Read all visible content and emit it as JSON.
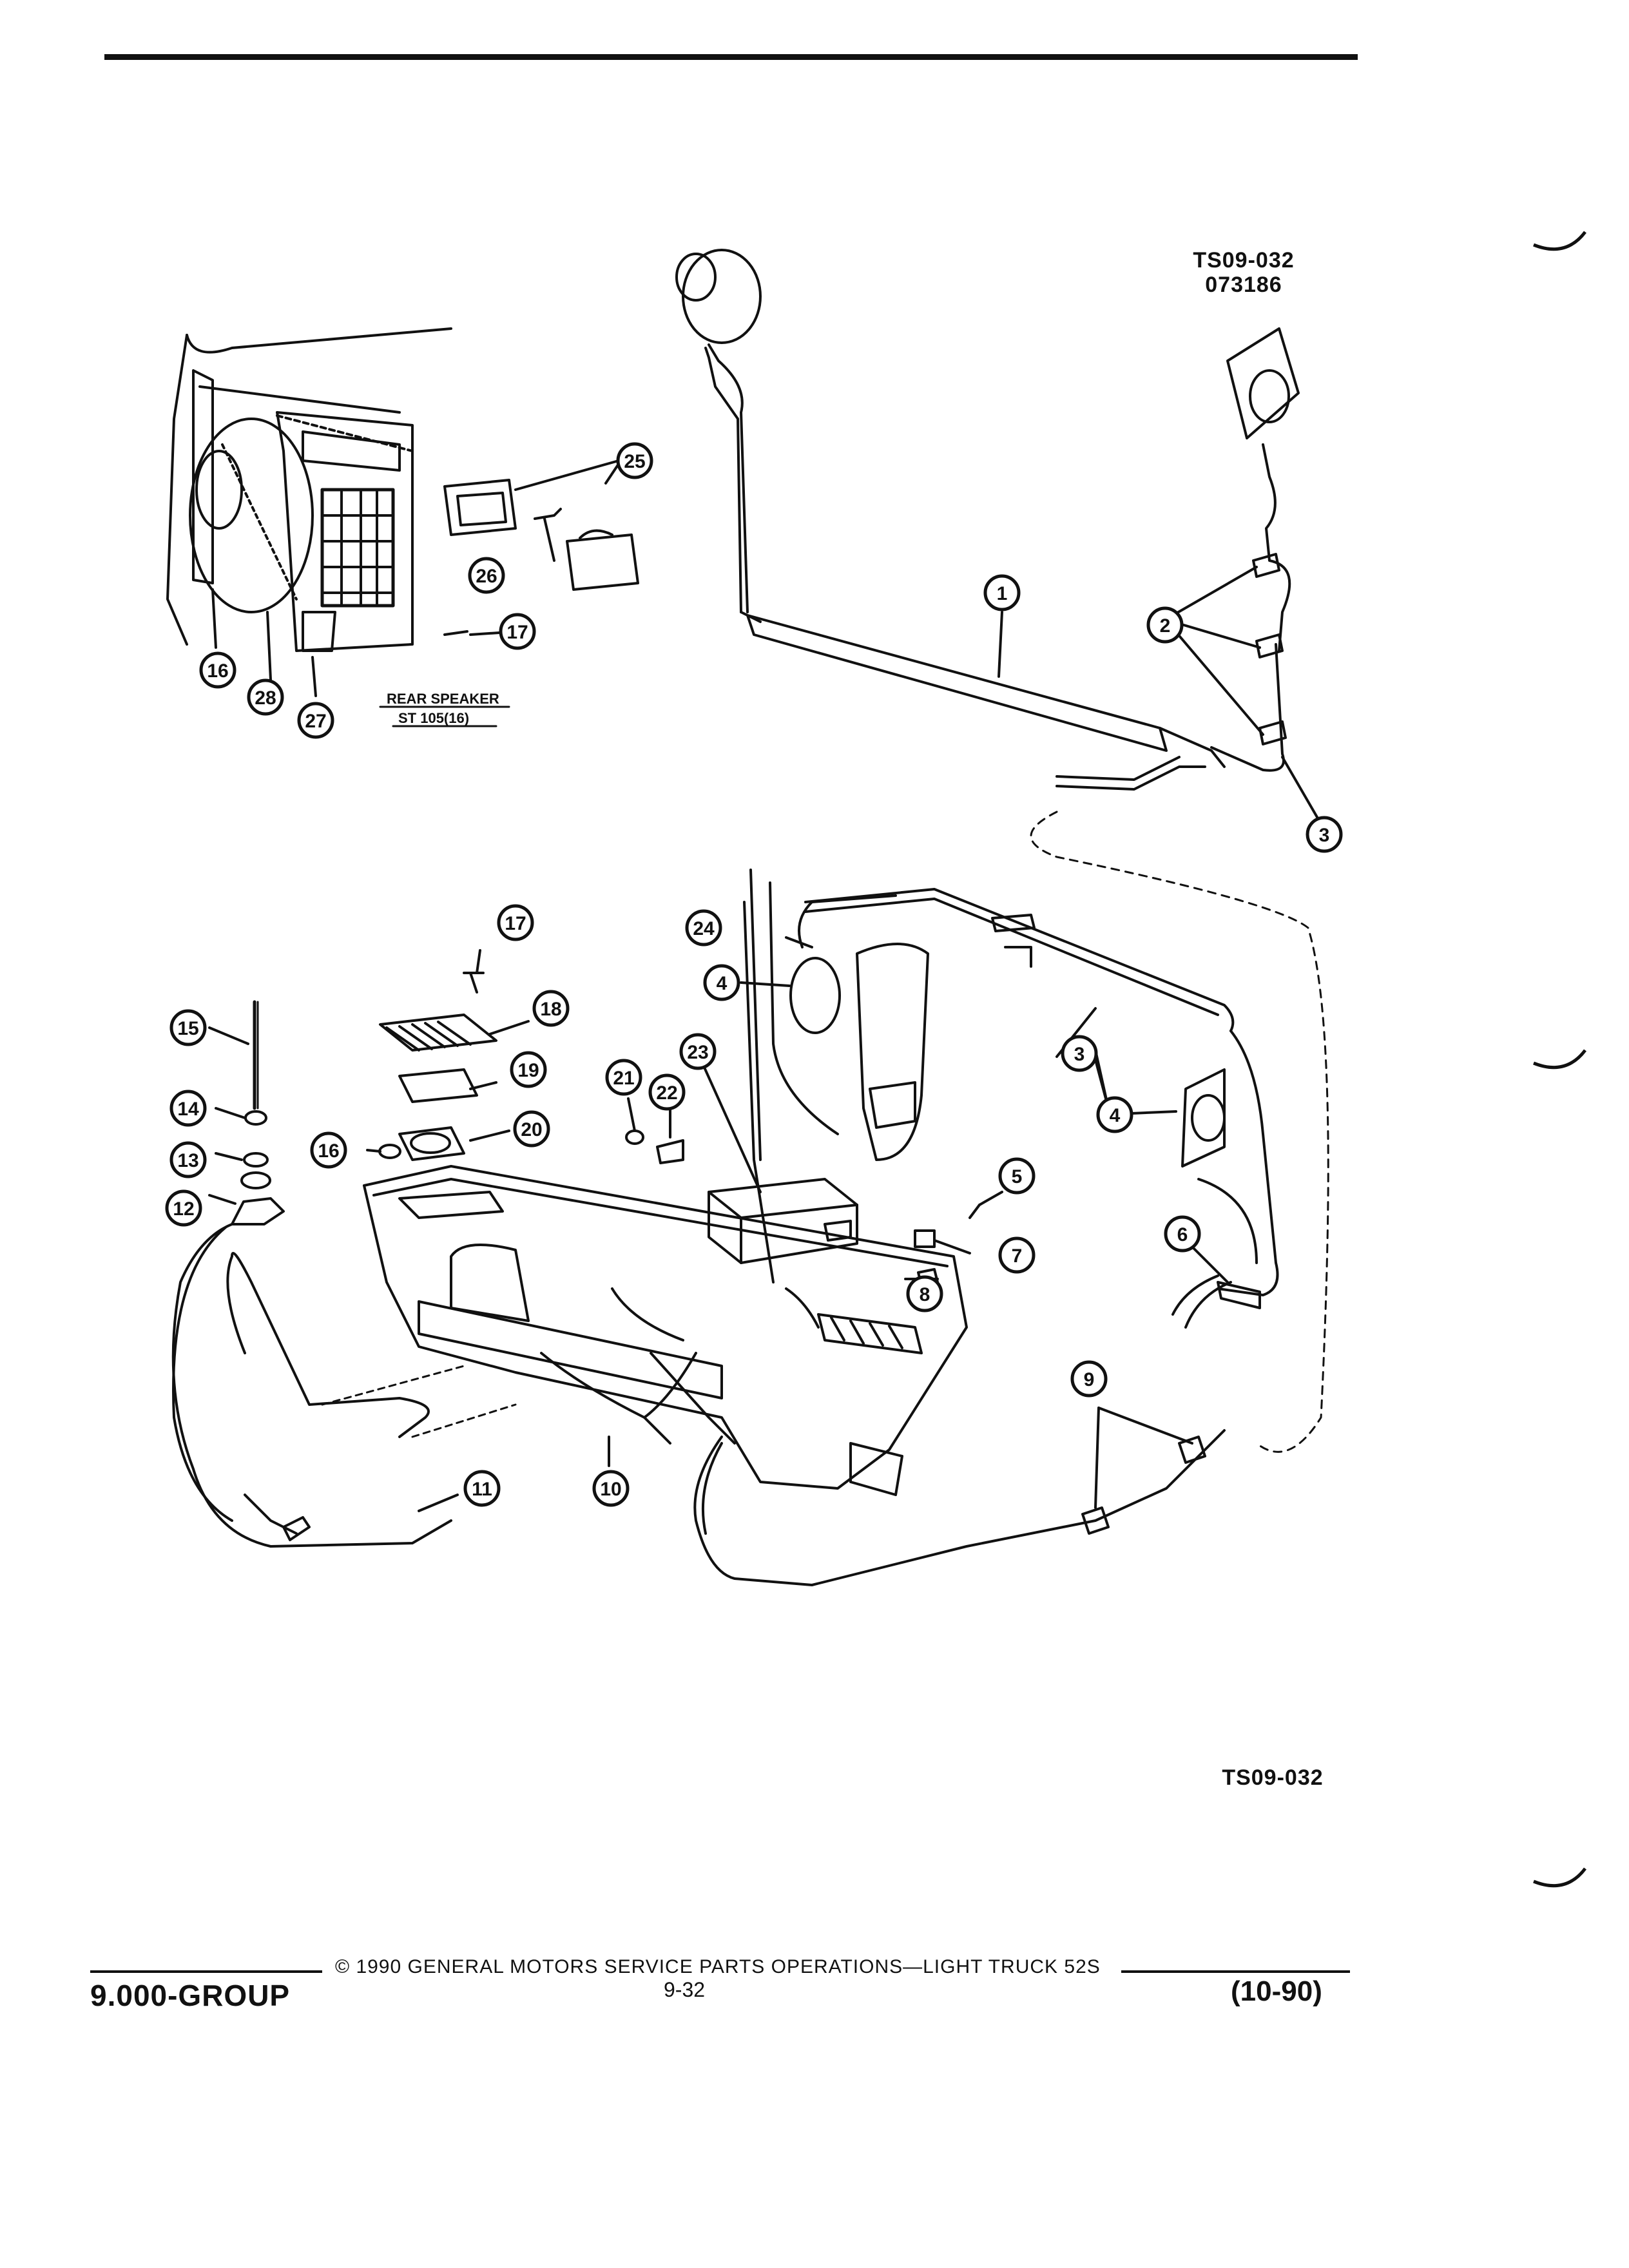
{
  "header": {
    "ref_code": "TS09-032",
    "ref_number": "073186"
  },
  "rear_speaker": {
    "line1": "REAR SPEAKER",
    "line2": "ST 105(16)"
  },
  "callouts": [
    "1",
    "2",
    "3",
    "3",
    "4",
    "4",
    "5",
    "6",
    "7",
    "8",
    "9",
    "10",
    "11",
    "12",
    "13",
    "14",
    "15",
    "16",
    "16",
    "17",
    "17",
    "18",
    "19",
    "20",
    "21",
    "22",
    "23",
    "24",
    "25",
    "26",
    "27",
    "28"
  ],
  "bottom_ref": "TS09-032",
  "footer": {
    "group": "9.000-GROUP",
    "copyright": "© 1990 GENERAL MOTORS SERVICE PARTS OPERATIONS—LIGHT TRUCK 52S",
    "page": "9-32",
    "date": "(10-90)"
  }
}
